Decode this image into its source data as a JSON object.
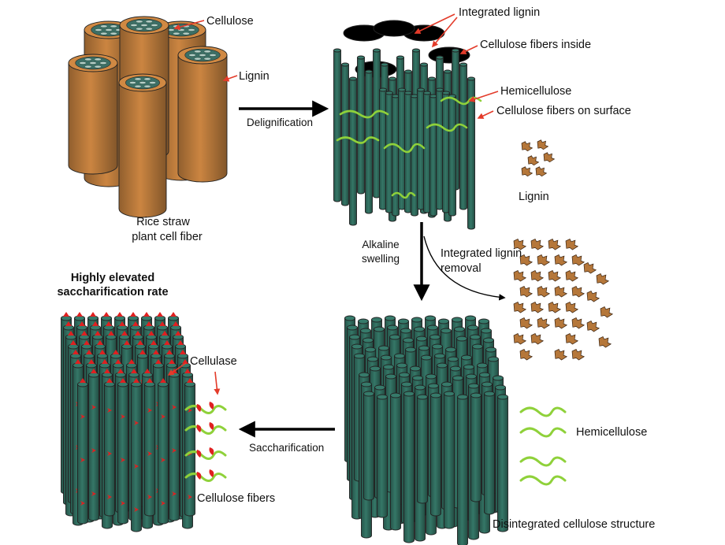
{
  "labels": {
    "cellulose": "Cellulose",
    "lignin_top": "Lignin",
    "rice_straw_1": "Rice straw",
    "rice_straw_2": "plant cell fiber",
    "delignification": "Delignification",
    "integrated_lignin": "Integrated lignin",
    "cellulose_fibers_inside": "Cellulose fibers inside",
    "hemicellulose_top": "Hemicellulose",
    "cellulose_fibers_surface": "Cellulose fibers on surface",
    "lignin_right": "Lignin",
    "alkaline_1": "Alkaline",
    "alkaline_2": "swelling",
    "lignin_removal_1": "Integrated lignin",
    "lignin_removal_2": "removal",
    "highly_1": "Highly elevated",
    "highly_2": "saccharification rate",
    "cellulase": "Cellulase",
    "saccharification": "Saccharification",
    "cellulose_fibers": "Cellulose fibers",
    "hemicellulose_bottom": "Hemicellulose",
    "disintegrated": "Disintegrated cellulose structure"
  },
  "colors": {
    "lignin_brown": "#b5773a",
    "cellulose_green": "#2f6a5c",
    "hemicellulose_green": "#8fd13a",
    "arrow_red": "#e33b2a",
    "cellulase_red": "#e02020"
  }
}
